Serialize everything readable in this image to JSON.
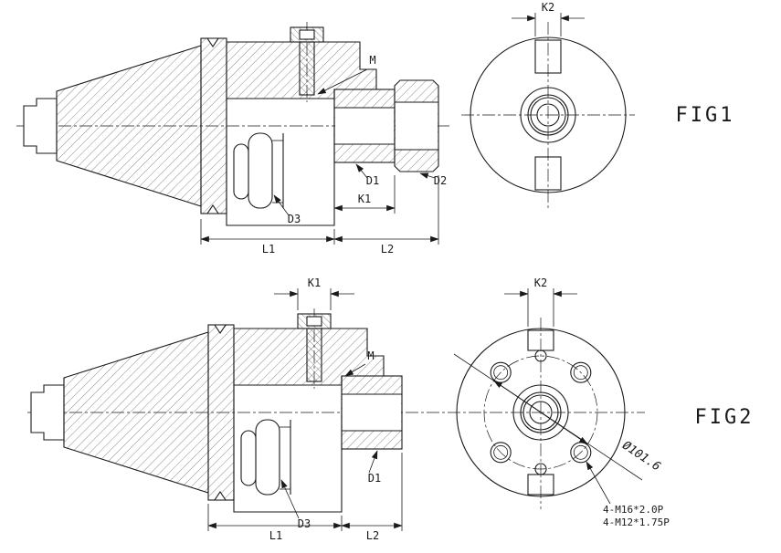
{
  "figure1": {
    "title": "FIG1",
    "labels": {
      "k1": "K1",
      "k2": "K2",
      "m": "M",
      "d1": "D1",
      "d2": "D2",
      "d3": "D3",
      "l1": "L1",
      "l2": "L2"
    }
  },
  "figure2": {
    "title": "FIG2",
    "labels": {
      "k1": "K1",
      "k2": "K2",
      "m": "M",
      "d1": "D1",
      "d3": "D3",
      "l1": "L1",
      "l2": "L2"
    },
    "bolt_circle_diameter": "Ø101.6",
    "thread_notes": [
      "4-M16*2.0P",
      "4-M12*1.75P"
    ]
  },
  "drawing": {
    "line_color": "#1a1a1a",
    "background": "#ffffff"
  }
}
